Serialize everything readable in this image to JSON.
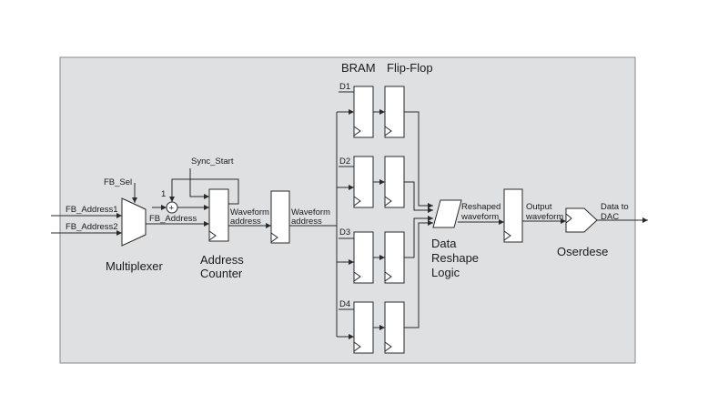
{
  "colors": {
    "panel": "#dfe0e2",
    "stroke": "#2a2a2a",
    "block_fill": "#ffffff"
  },
  "labels": {
    "bram": "BRAM",
    "flip_flop": "Flip-Flop",
    "d1": "D1",
    "d2": "D2",
    "d3": "D3",
    "d4": "D4",
    "sync_start": "Sync_Start",
    "fb_sel": "FB_Sel",
    "one": "1",
    "fb_address1": "FB_Address1",
    "fb_address2": "FB_Address2",
    "fb_address": "FB_Address",
    "waveform1_l1": "Waveform",
    "waveform1_l2": "address",
    "waveform2_l1": "Waveform",
    "waveform2_l2": "address",
    "reshaped_l1": "Reshaped",
    "reshaped_l2": "waveform",
    "output_l1": "Output",
    "output_l2": "waveform",
    "data_to_l1": "Data to",
    "data_to_l2": "DAC",
    "multiplexer": "Multiplexer",
    "address_counter_l1": "Address",
    "address_counter_l2": "Counter",
    "reshape_l1": "Data",
    "reshape_l2": "Reshape",
    "reshape_l3": "Logic",
    "oserdese": "Oserdese",
    "adder_symbol": "+"
  }
}
